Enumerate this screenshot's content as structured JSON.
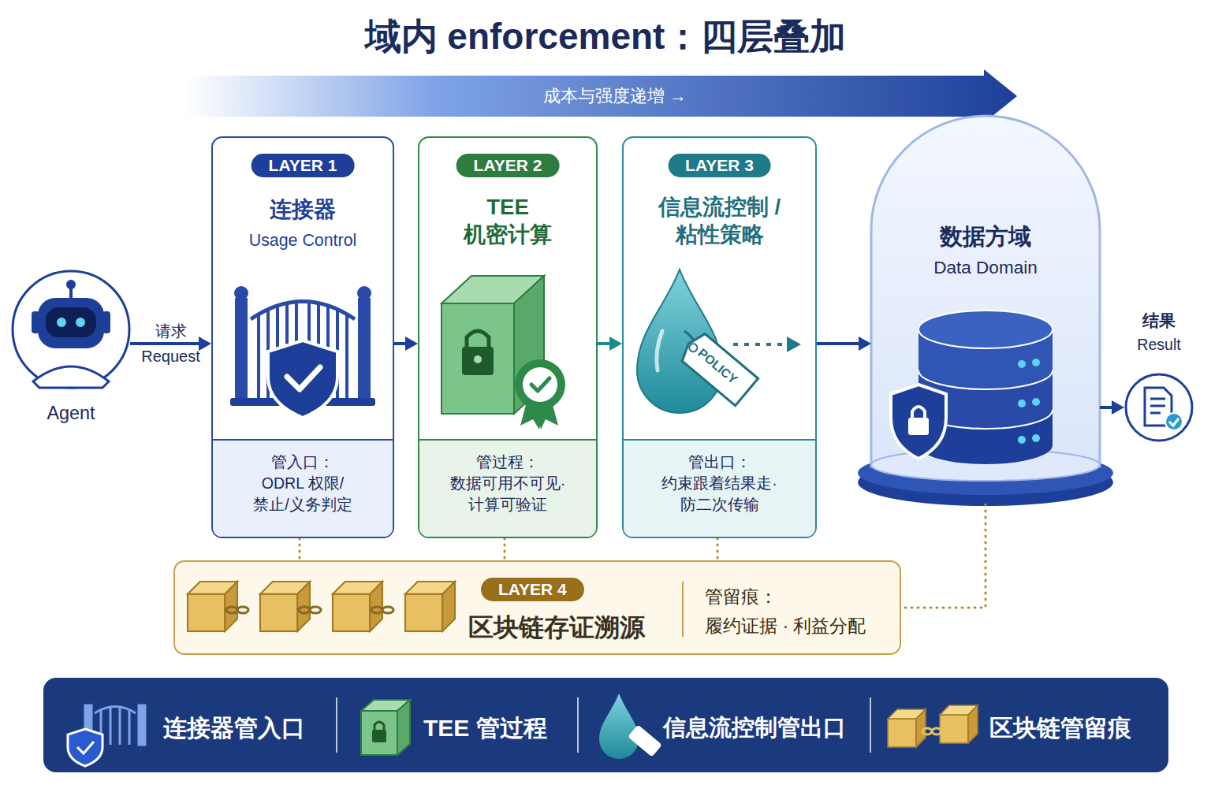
{
  "diagram": {
    "title": "域内 enforcement：四层叠加",
    "nodes": [
      {
        "text": [
          "Agent"
        ]
      },
      {
        "text": [
          "LAYER 1",
          "连接器",
          "Usage Control",
          "管入口： ODRL 权限/ 禁止/义务判定"
        ]
      },
      {
        "text": [
          "LAYER 2",
          "TEE 机密计算",
          "管过程： 数据可用不可见· 计算可验证"
        ]
      },
      {
        "text": [
          "LAYER 3",
          "信息流控制 / 粘性策略",
          "管出口： 约束跟着结果走· 防二次传输"
        ]
      },
      {
        "text": [
          "数据方域",
          "Data Domain"
        ]
      },
      {
        "text": [
          "结果",
          "Result"
        ]
      },
      {
        "text": [
          "LAYER 4",
          "区块链存证溯源",
          "管留痕： 履约证据 · 利益分配"
        ]
      },
      {
        "text": [
          "连接器管入口",
          "TEE 管过程",
          "信息流控制管出口",
          "区块链管留痕"
        ]
      }
    ],
    "edges": [
      {
        "from": 0,
        "to": 1,
        "arrow": "to",
        "label": "请求 Request"
      },
      {
        "from": 1,
        "to": 2,
        "arrow": "to"
      },
      {
        "from": 2,
        "to": 3,
        "arrow": "to"
      },
      {
        "from": 3,
        "to": 4,
        "arrow": "to"
      },
      {
        "from": 4,
        "to": 5,
        "arrow": "to"
      },
      {
        "from": 1,
        "to": 6,
        "arrow": "none"
      },
      {
        "from": 2,
        "to": 6,
        "arrow": "none"
      },
      {
        "from": 3,
        "to": 6,
        "arrow": "none"
      },
      {
        "from": 4,
        "to": 6,
        "arrow": "none"
      }
    ],
    "labels": [
      "成本与强度递增 →",
      "POLICY"
    ]
  }
}
